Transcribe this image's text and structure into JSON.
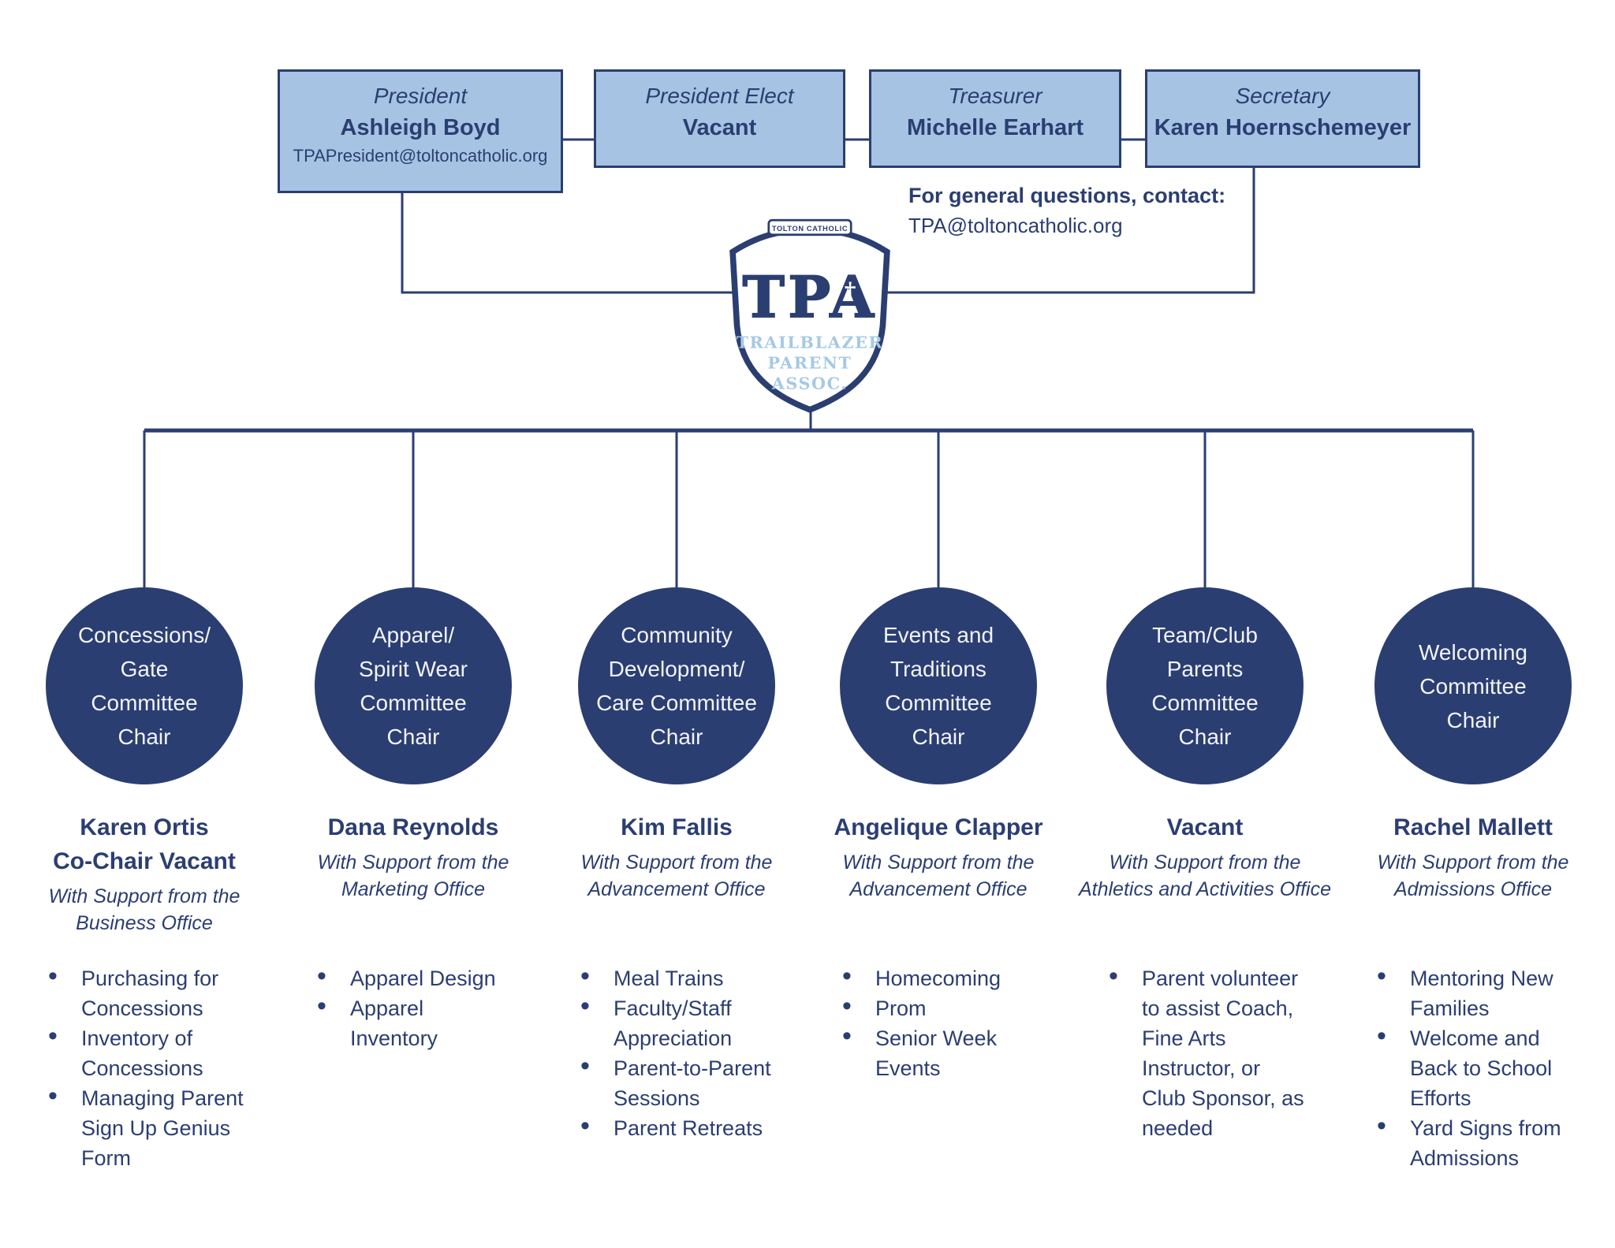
{
  "colors": {
    "navy": "#2b3e72",
    "box_fill": "#a6c3e3",
    "shield_letter_blue": "#a5c9e4",
    "circle_text": "#f2f3f7"
  },
  "officers": [
    {
      "title": "President",
      "name": "Ashleigh Boyd",
      "email": "TPAPresident@toltoncatholic.org"
    },
    {
      "title": "President Elect",
      "name": "Vacant"
    },
    {
      "title": "Treasurer",
      "name": "Michelle Earhart"
    },
    {
      "title": "Secretary",
      "name": "Karen Hoernschemeyer"
    }
  ],
  "contact": {
    "label": "For general questions, contact:",
    "email": "TPA@toltoncatholic.org"
  },
  "logo": {
    "school": "TOLTON CATHOLIC",
    "acronym": "TPA",
    "cross": "†",
    "org_line1": "TRAILBLAZER",
    "org_line2": "PARENT",
    "org_line3": "ASSOC."
  },
  "committees": [
    {
      "circle": "Concessions/\nGate\nCommittee\nChair",
      "name": "Karen Ortis\nCo-Chair Vacant",
      "support": "With Support from the\nBusiness Office",
      "bullets": [
        "Purchasing for\nConcessions",
        "Inventory of\nConcessions",
        "Managing Parent\nSign Up Genius\nForm"
      ]
    },
    {
      "circle": "Apparel/\nSpirit Wear\nCommittee\nChair",
      "name": "Dana Reynolds",
      "support": "With Support from the\nMarketing Office",
      "bullets": [
        "Apparel Design",
        "Apparel Inventory"
      ]
    },
    {
      "circle": "Community\nDevelopment/\nCare Committee\nChair",
      "name": "Kim Fallis",
      "support": "With Support from the\nAdvancement Office",
      "bullets": [
        "Meal Trains",
        "Faculty/Staff\nAppreciation",
        "Parent-to-Parent\nSessions",
        "Parent Retreats"
      ]
    },
    {
      "circle": "Events and\nTraditions\nCommittee\nChair",
      "name": "Angelique Clapper",
      "support": "With Support from the\nAdvancement Office",
      "bullets": [
        "Homecoming",
        "Prom",
        "Senior Week\nEvents"
      ]
    },
    {
      "circle": "Team/Club\nParents\nCommittee\nChair",
      "name": "Vacant",
      "support": "With Support from the\nAthletics and Activities Office",
      "bullets": [
        "Parent volunteer\nto assist Coach,\nFine Arts\nInstructor, or\nClub Sponsor, as\nneeded"
      ]
    },
    {
      "circle": "Welcoming\nCommittee\nChair",
      "name": "Rachel Mallett",
      "support": "With Support from the\nAdmissions Office",
      "bullets": [
        "Mentoring New\nFamilies",
        "Welcome and\nBack to School\nEfforts",
        "Yard Signs from\nAdmissions"
      ]
    }
  ]
}
